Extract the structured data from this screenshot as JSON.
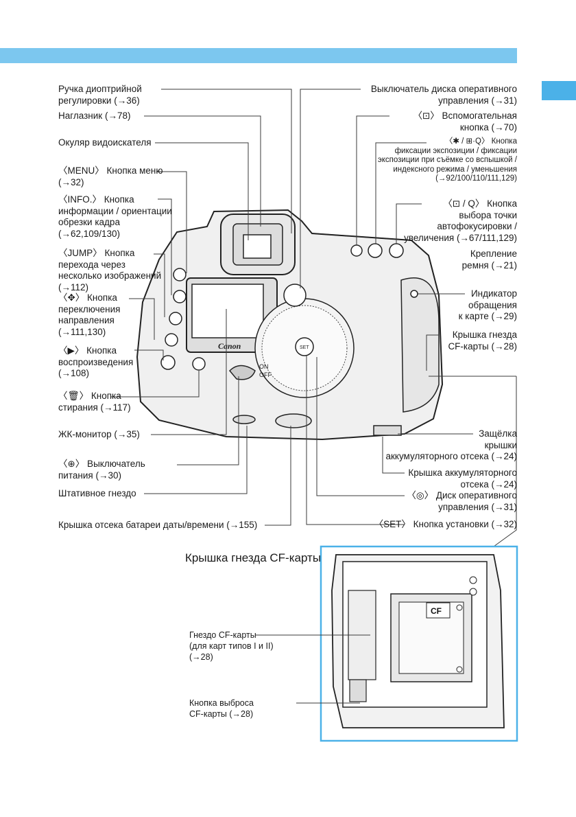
{
  "left": [
    {
      "id": "diopter",
      "text": "Ручка диоптрийной\nрегулировки (→36)"
    },
    {
      "id": "eyecup",
      "text": "Наглазник (→78)"
    },
    {
      "id": "eyepiece",
      "text": "Окуляр видоискателя"
    },
    {
      "id": "menu",
      "text": "〈MENU〉 Кнопка меню\n(→32)"
    },
    {
      "id": "info",
      "text": "〈INFO.〉 Кнопка\nинформации / ориентации\nобрезки кадра\n(→62,109/130)"
    },
    {
      "id": "jump",
      "text": "〈JUMP〉 Кнопка\nперехода через\nнесколько изображений\n(→112)"
    },
    {
      "id": "direction",
      "text": "〈✥〉 Кнопка\nпереключения\nнаправления\n(→111,130)"
    },
    {
      "id": "playback",
      "text": "〈▶〉 Кнопка\nвоспроизведения\n(→108)"
    },
    {
      "id": "erase",
      "text": "〈🗑〉 Кнопка\nстирания (→117)"
    },
    {
      "id": "lcd",
      "text": "ЖК-монитор (→35)"
    },
    {
      "id": "power",
      "text": "〈⊕〉 Выключатель\nпитания (→30)"
    },
    {
      "id": "tripod",
      "text": "Штативное гнездо"
    },
    {
      "id": "datebattery",
      "text": "Крышка отсека батареи даты/времени (→155)"
    }
  ],
  "right": [
    {
      "id": "quickdial_switch",
      "text": "Выключатель диска оперативного\nуправления (→31)"
    },
    {
      "id": "assist",
      "text": "〈⊡〉 Вспомогательная\nкнопка (→70)"
    },
    {
      "id": "ae_lock",
      "text": "〈✱ / ⊞·Q〉 Кнопка\nфиксации экспозиции / фиксации\nэкспозиции при съёмке со вспышкой /\nиндексного режима / уменьшения\n(→92/100/110/111,129)"
    },
    {
      "id": "af_point",
      "text": "〈⊡ / Q〉 Кнопка\nвыбора точки\nавтофокусировки /\nувеличения (→67/111,129)"
    },
    {
      "id": "strap",
      "text": "Крепление\nремня (→21)"
    },
    {
      "id": "access_lamp",
      "text": "Индикатор\nобращения\nк карте (→29)"
    },
    {
      "id": "cf_cover",
      "text": "Крышка гнезда\nCF-карты (→28)"
    },
    {
      "id": "battery_latch",
      "text": "Защёлка\nкрышки\nаккумуляторного отсека (→24)"
    },
    {
      "id": "battery_cover",
      "text": "Крышка аккумуляторного\nотсека (→24)"
    },
    {
      "id": "quick_dial",
      "text": "〈◎〉 Диск оперативного\nуправления (→31)"
    },
    {
      "id": "set",
      "text": "〈SET〉 Кнопка установки (→32)"
    }
  ],
  "inset": {
    "title": "Крышка гнезда CF-карты",
    "slot": "Гнездо CF-карты\n(для карт типов I и II)\n(→28)",
    "eject": "Кнопка выброса\nCF-карты (→28)"
  },
  "camera": {
    "brand": "Canon",
    "set_label": "SET",
    "on_label": "ON",
    "off_label": "OFF",
    "cf_label": "CF"
  },
  "colors": {
    "bar": "#7cc7ef",
    "tab": "#4bb1e8"
  }
}
